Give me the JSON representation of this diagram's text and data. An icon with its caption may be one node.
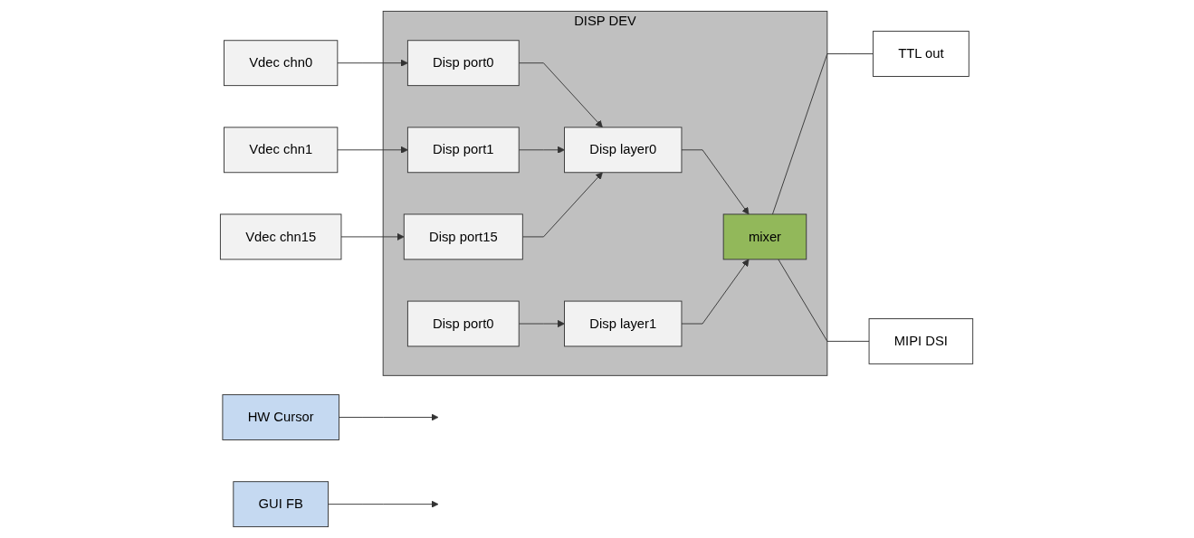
{
  "diagram": {
    "nodes": [
      {
        "text": [
          "DISP DEV"
        ]
      },
      {
        "text": [
          "Vdec chn0"
        ]
      },
      {
        "text": [
          "Vdec chn1"
        ]
      },
      {
        "text": [
          "Vdec chn15"
        ]
      },
      {
        "text": [
          "Disp port0"
        ],
        "in": 0
      },
      {
        "text": [
          "Disp port1"
        ],
        "in": 0
      },
      {
        "text": [
          "Disp port15"
        ],
        "in": 0
      },
      {
        "text": [
          "Disp layer0"
        ],
        "in": 0
      },
      {
        "text": [
          "Disp port0"
        ],
        "in": 0
      },
      {
        "text": [
          "Disp layer1"
        ],
        "in": 0
      },
      {
        "text": [
          "mixer"
        ],
        "in": 0
      },
      {
        "text": [
          "HW Cursor"
        ]
      },
      {
        "text": [
          "GUI FB"
        ]
      },
      {
        "text": [
          "TTL out"
        ]
      },
      {
        "text": [
          "MIPI DSI"
        ]
      }
    ],
    "edges": [
      {
        "from": 1,
        "to": 4,
        "arrow": "to"
      },
      {
        "from": 2,
        "to": 5,
        "arrow": "to"
      },
      {
        "from": 3,
        "to": 6,
        "arrow": "to"
      },
      {
        "from": 4,
        "to": 7,
        "arrow": "to"
      },
      {
        "from": 5,
        "to": 7,
        "arrow": "to"
      },
      {
        "from": 6,
        "to": 7,
        "arrow": "to"
      },
      {
        "from": 8,
        "to": 9,
        "arrow": "to"
      },
      {
        "from": 7,
        "to": 10,
        "arrow": "to"
      },
      {
        "from": 9,
        "to": 10,
        "arrow": "to"
      },
      {
        "from": 10,
        "to": 13,
        "arrow": "none"
      },
      {
        "from": 10,
        "to": 14,
        "arrow": "none"
      },
      {
        "from": 11,
        "to": null,
        "arrow": "to"
      },
      {
        "from": 12,
        "to": null,
        "arrow": "to"
      }
    ]
  }
}
